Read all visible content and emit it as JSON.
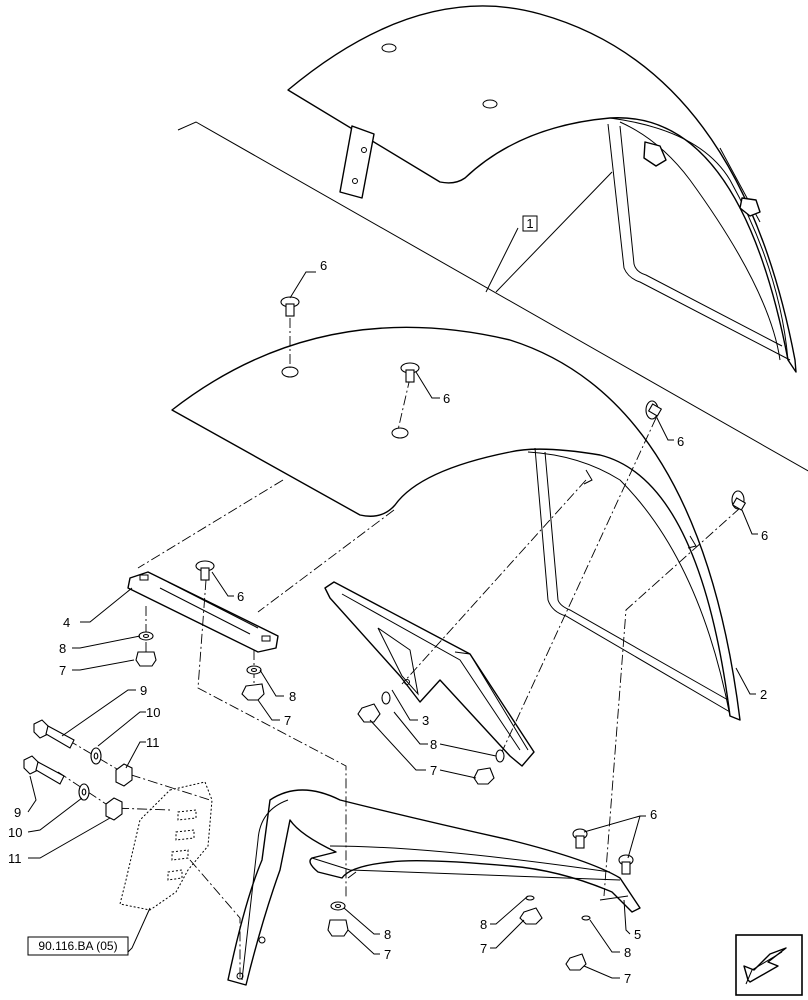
{
  "reference": "90.116.BA (05)",
  "callouts": {
    "c1": "1",
    "c2": "2",
    "c3": "3",
    "c4": "4",
    "c5": "5",
    "c6a": "6",
    "c6b": "6",
    "c6c": "6",
    "c6d": "6",
    "c6e": "6",
    "c6f": "6",
    "c7a": "7",
    "c7b": "7",
    "c7c": "7",
    "c7d": "7",
    "c7e": "7",
    "c7f": "7",
    "c8a": "8",
    "c8b": "8",
    "c8c": "8",
    "c8d": "8",
    "c8e": "8",
    "c8f": "8",
    "c9a": "9",
    "c9b": "9",
    "c10a": "10",
    "c10b": "10",
    "c11a": "11",
    "c11b": "11"
  },
  "icons": {
    "nav": "arrow-back-icon"
  },
  "colors": {
    "line": "#000000",
    "background": "#ffffff"
  }
}
